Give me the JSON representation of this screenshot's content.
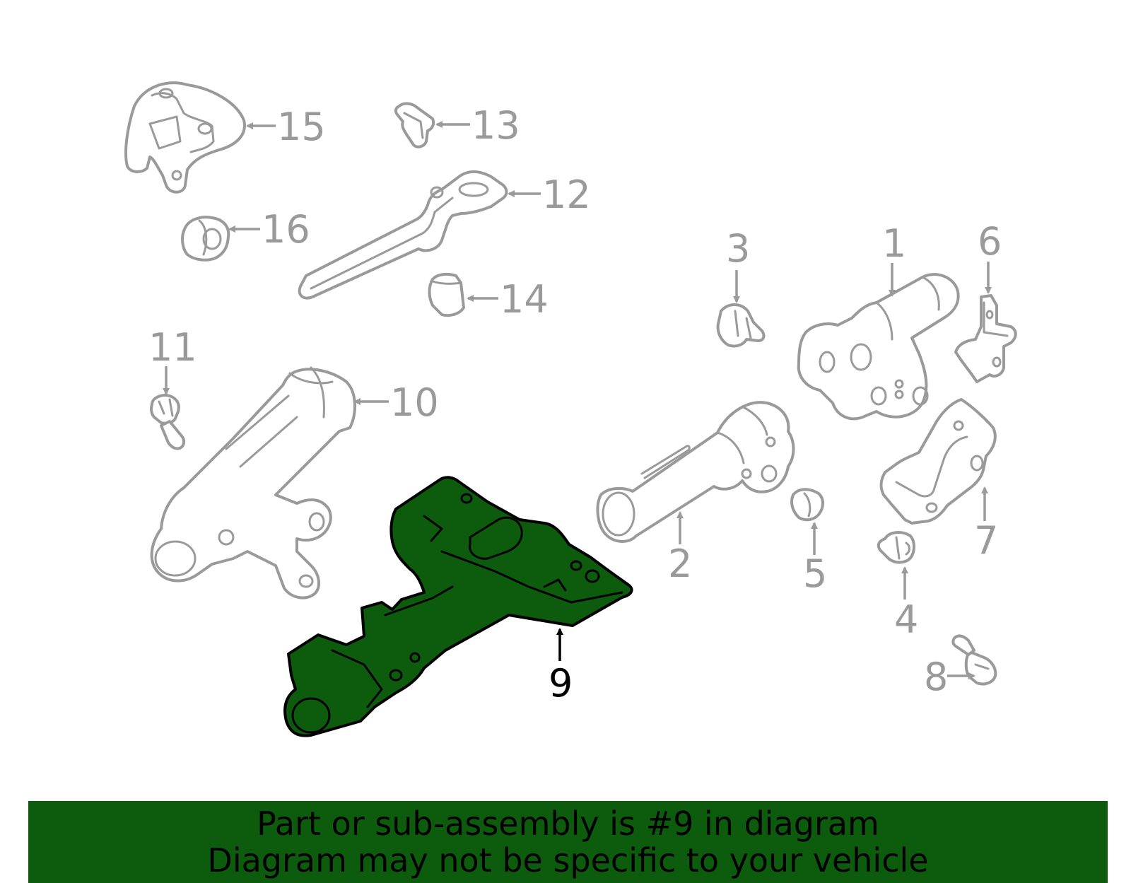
{
  "callouts": {
    "c1": "1",
    "c2": "2",
    "c3": "3",
    "c4": "4",
    "c5": "5",
    "c6": "6",
    "c7": "7",
    "c8": "8",
    "c9": "9",
    "c10": "10",
    "c11": "11",
    "c12": "12",
    "c13": "13",
    "c14": "14",
    "c15": "15",
    "c16": "16"
  },
  "highlighted_part": "9",
  "colors": {
    "highlight_fill": "#0d5c0d",
    "outline": "#9a9a9a",
    "banner_bg": "#0d5c0d",
    "text": "#000000"
  },
  "banner": {
    "line1": "Part or sub-assembly is #9 in diagram",
    "line2": "Diagram may not be specific to your vehicle"
  }
}
